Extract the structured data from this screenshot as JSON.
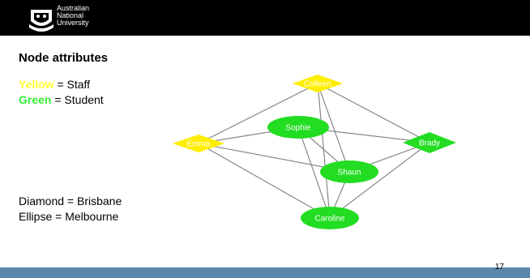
{
  "header": {
    "logo_lines": [
      "Australian",
      "National",
      "University"
    ]
  },
  "slide": {
    "title": "Node attributes",
    "legend": {
      "yellow": {
        "color_word": "Yellow",
        "text": " = Staff",
        "color": "#ffff33"
      },
      "green": {
        "color_word": "Green",
        "text": " = Student",
        "color": "#33ee33"
      },
      "diamond": "Diamond = Brisbane",
      "ellipse": "Ellipse = Melbourne"
    },
    "page_number": "17"
  },
  "graph": {
    "colors": {
      "staff": "#ffee00",
      "student": "#22dd22",
      "edge": "#888888"
    },
    "nodes": [
      {
        "id": "colleen",
        "label": "Colleen",
        "shape": "diamond",
        "role": "staff"
      },
      {
        "id": "sophie",
        "label": "Sophie",
        "shape": "ellipse",
        "role": "student"
      },
      {
        "id": "emma",
        "label": "Emma",
        "shape": "diamond",
        "role": "staff"
      },
      {
        "id": "brady",
        "label": "Brady",
        "shape": "diamond",
        "role": "student"
      },
      {
        "id": "shaun",
        "label": "Shaun",
        "shape": "ellipse",
        "role": "student"
      },
      {
        "id": "caroline",
        "label": "Caroline",
        "shape": "ellipse",
        "role": "student"
      }
    ],
    "edges": [
      [
        "colleen",
        "emma"
      ],
      [
        "colleen",
        "brady"
      ],
      [
        "colleen",
        "shaun"
      ],
      [
        "colleen",
        "caroline"
      ],
      [
        "emma",
        "sophie"
      ],
      [
        "emma",
        "shaun"
      ],
      [
        "emma",
        "caroline"
      ],
      [
        "sophie",
        "brady"
      ],
      [
        "sophie",
        "shaun"
      ],
      [
        "sophie",
        "caroline"
      ],
      [
        "brady",
        "shaun"
      ],
      [
        "brady",
        "caroline"
      ],
      [
        "shaun",
        "caroline"
      ]
    ]
  }
}
